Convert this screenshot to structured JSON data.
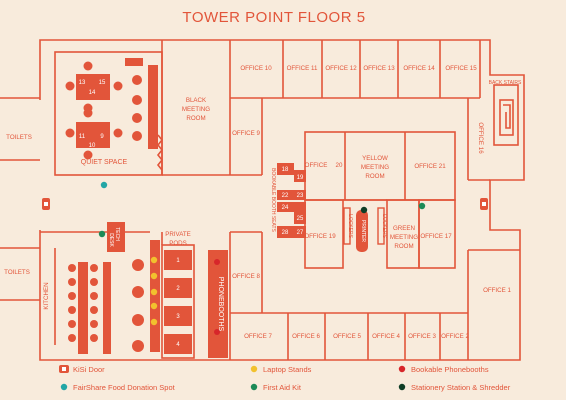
{
  "title": "TOWER POINT FLOOR 5",
  "offices_top": [
    "OFFICE 10",
    "OFFICE 11",
    "OFFICE 12",
    "OFFICE 13",
    "OFFICE 14",
    "OFFICE 15"
  ],
  "offices_bottom": [
    "OFFICE 7",
    "OFFICE 6",
    "OFFICE 5",
    "OFFICE 4",
    "OFFICE 3",
    "OFFICE 2"
  ],
  "rooms": {
    "black_meeting": [
      "BLACK",
      "MEETING",
      "ROOM"
    ],
    "yellow_meeting": [
      "YELLOW",
      "MEETING",
      "ROOM"
    ],
    "green_meeting": [
      "GREEN",
      "MEETING",
      "ROOM"
    ],
    "office_9": "OFFICE 9",
    "office_8": "OFFICE 8",
    "office_1": "OFFICE 1",
    "office_16": "OFFICE 16",
    "office_17": "OFFICE 17",
    "office_19": "OFFICE 19",
    "office_20": "20",
    "office_21": "OFFICE 21",
    "office_17_small": "OFFICE",
    "quiet_space": "QUIET SPACE",
    "private_pods": [
      "PRIVATE",
      "PODS"
    ],
    "phonebooths": "PHONEBOOTHS",
    "kitchen": "KITCHEN",
    "toilets_1": "TOILETS",
    "toilets_2": "TOILETS",
    "back_stairs": "BACK STAIRS",
    "bookable_booth_seats": "BOOKABLE BOOTH SEATS",
    "lockers_1": "LOCKERS",
    "lockers_2": "LOCKERS",
    "printer": "PRINTER",
    "tech_desk": [
      "TECH",
      "DESK"
    ]
  },
  "booth_numbers": [
    "18",
    "19",
    "22",
    "23",
    "24",
    "25",
    "27",
    "28"
  ],
  "desk_numbers_top": [
    "13",
    "15",
    "14"
  ],
  "desk_numbers_bottom": [
    "11",
    "9",
    "10"
  ],
  "pod_numbers": [
    "1",
    "2",
    "3",
    "4"
  ],
  "legend": {
    "kisi_door": "KiSi Door",
    "fairshare": "FairShare Food Donation Spot",
    "laptop_stands": "Laptop Stands",
    "first_aid": "First Aid Kit",
    "phonebooths": "Bookable Phonebooths",
    "stationery": "Stationery Station & Shredder"
  },
  "colors": {
    "wall": "#e2553a",
    "background": "#f8ebdc",
    "laptop_stand": "#f2c12e",
    "first_aid": "#1d8a57",
    "fairshare": "#23a6a6",
    "phonebooth_dot": "#d7262a",
    "stationery": "#0f3d26"
  }
}
